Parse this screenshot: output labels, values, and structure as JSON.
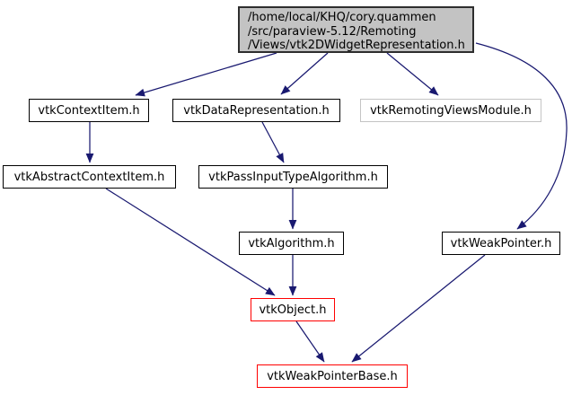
{
  "colors": {
    "edge": "#191970",
    "root_fill": "#c3c3c3",
    "node_fill": "#ffffff",
    "node_border": "#000000",
    "module_border": "#c4c4c4",
    "highlight_border": "#ff0000",
    "text": "#000000",
    "background": "#ffffff"
  },
  "graph": {
    "type": "include-dependency-graph",
    "root": {
      "id": "vtk2DWidgetRepresentation.h",
      "lines": [
        "/home/local/KHQ/cory.quammen",
        "/src/paraview-5.12/Remoting",
        "/Views/vtk2DWidgetRepresentation.h"
      ]
    },
    "nodes": [
      {
        "id": "vtkContextItem.h",
        "label": "vtkContextItem.h",
        "style": "default"
      },
      {
        "id": "vtkDataRepresentation.h",
        "label": "vtkDataRepresentation.h",
        "style": "default"
      },
      {
        "id": "vtkRemotingViewsModule.h",
        "label": "vtkRemotingViewsModule.h",
        "style": "module"
      },
      {
        "id": "vtkAbstractContextItem.h",
        "label": "vtkAbstractContextItem.h",
        "style": "default"
      },
      {
        "id": "vtkPassInputTypeAlgorithm.h",
        "label": "vtkPassInputTypeAlgorithm.h",
        "style": "default"
      },
      {
        "id": "vtkAlgorithm.h",
        "label": "vtkAlgorithm.h",
        "style": "default"
      },
      {
        "id": "vtkWeakPointer.h",
        "label": "vtkWeakPointer.h",
        "style": "default"
      },
      {
        "id": "vtkObject.h",
        "label": "vtkObject.h",
        "style": "highlight"
      },
      {
        "id": "vtkWeakPointerBase.h",
        "label": "vtkWeakPointerBase.h",
        "style": "highlight"
      }
    ],
    "edges": [
      {
        "from": "vtk2DWidgetRepresentation.h",
        "to": "vtkContextItem.h"
      },
      {
        "from": "vtk2DWidgetRepresentation.h",
        "to": "vtkDataRepresentation.h"
      },
      {
        "from": "vtk2DWidgetRepresentation.h",
        "to": "vtkRemotingViewsModule.h"
      },
      {
        "from": "vtk2DWidgetRepresentation.h",
        "to": "vtkWeakPointer.h"
      },
      {
        "from": "vtkContextItem.h",
        "to": "vtkAbstractContextItem.h"
      },
      {
        "from": "vtkDataRepresentation.h",
        "to": "vtkPassInputTypeAlgorithm.h"
      },
      {
        "from": "vtkAbstractContextItem.h",
        "to": "vtkObject.h"
      },
      {
        "from": "vtkPassInputTypeAlgorithm.h",
        "to": "vtkAlgorithm.h"
      },
      {
        "from": "vtkAlgorithm.h",
        "to": "vtkObject.h"
      },
      {
        "from": "vtkObject.h",
        "to": "vtkWeakPointerBase.h"
      },
      {
        "from": "vtkWeakPointer.h",
        "to": "vtkWeakPointerBase.h"
      }
    ]
  }
}
